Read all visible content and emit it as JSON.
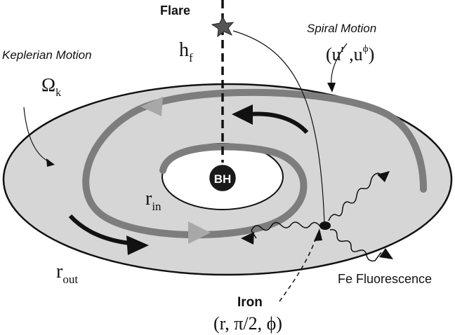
{
  "labels": {
    "flare": "Flare",
    "flare_height": "h",
    "flare_height_sub": "f",
    "spiral_motion": "Spiral Motion",
    "spiral_vars": "(u",
    "spiral_u_r_sup": "r",
    "spiral_comma": " ,u",
    "spiral_u_phi_sup": "ϕ",
    "spiral_close": ")",
    "keplerian_motion": "Keplerian Motion",
    "omega": "Ω",
    "omega_sub": "k",
    "black_hole": "BH",
    "r_in": "r",
    "r_in_sub": "in",
    "r_out": "r",
    "r_out_sub": "out",
    "fe_fluorescence": "Fe Fluorescence",
    "iron": "Iron",
    "iron_coords": "(r, π/2, ϕ)"
  },
  "colors": {
    "disk_fill": "#d6d6d6",
    "disk_stroke": "#111111",
    "spiral_gray": "#7d7d7d",
    "spiral_light_arrow": "#a8a8a8",
    "black_arrow": "#111111",
    "bh_fill": "#1a1a1a",
    "flare_star": "#555555"
  }
}
